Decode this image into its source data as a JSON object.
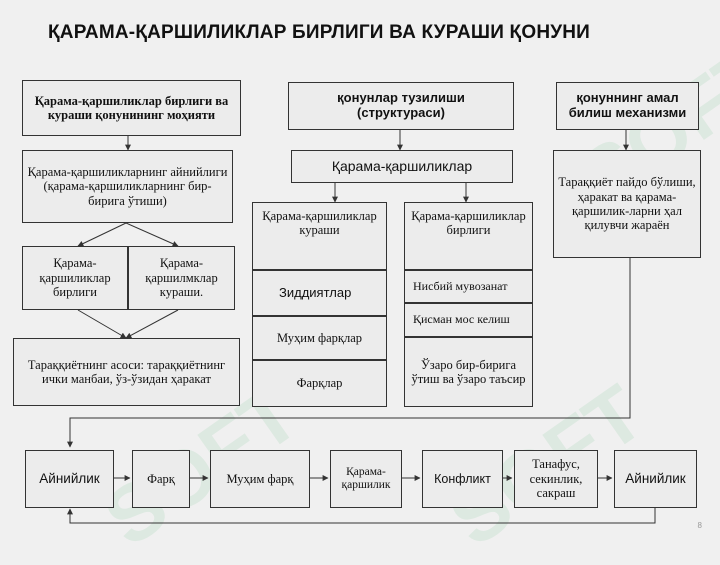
{
  "title": "ҚАРАМА-ҚАРШИЛИКЛАР БИРЛИГИ ВА КУРАШИ ҚОНУНИ",
  "col1": {
    "header": "Қарама-қаршиликлар бирлиги ва кураши қонунининг моҳияти",
    "identity": "Қарама-қаршиликларнинг айнийлиги (қарама-қаршиликларнинг бир-бирига ўтиши)",
    "unity": "Қарама-қаршиликлар бирлиги",
    "struggle": "Қарама-қаршилмклар кураши.",
    "source": "Тараққиётнинг асоси: тараққиётнинг ички манбаи, ўз-ўзидан ҳаракат"
  },
  "col2": {
    "header": "қонунлар тузилиши (структураси)",
    "contradictions": "Қарама-қаршиликлар",
    "struggle_title": "Қарама-қаршиликлар кураши",
    "struggle_items": [
      "Зиддиятлар",
      "Муҳим фарқлар",
      "Фарқлар"
    ],
    "unity_title": "Қарама-қаршиликлар бирлиги",
    "unity_items": [
      "Нисбий мувозанат",
      "Қисман мос келиш",
      "Ўзаро бир-бирига ўтиш ва ўзаро таъсир"
    ]
  },
  "col3": {
    "header": "қонуннинг амал билиш механизми",
    "desc": "Тараққиёт пайдо бўлиши, ҳаракат ва қарама-қаршилик-ларни ҳал қилувчи жараён"
  },
  "chain": [
    "Айнийлик",
    "Фарқ",
    "Муҳим фарқ",
    "Қарама-қаршилик",
    "Конфликт",
    "Танафус, секинлик, сакраш",
    "Айнийлик"
  ],
  "watermark": "SOFT",
  "page_number": "8"
}
